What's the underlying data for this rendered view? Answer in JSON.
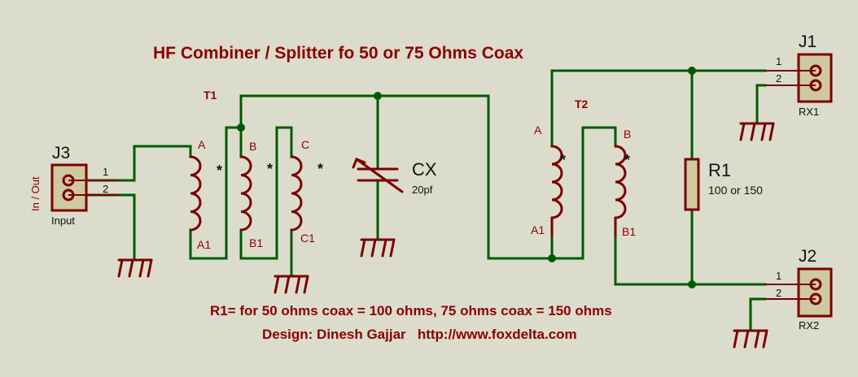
{
  "title": "HF Combiner / Splitter fo 50 or 75 Ohms Coax",
  "notes": {
    "r1_note": "R1= for 50 ohms coax = 100 ohms, 75 ohms coax = 150 ohms",
    "design": "Design: Dinesh Gajjar   http://www.foxdelta.com"
  },
  "connectors": {
    "j3": {
      "ref": "J3",
      "value": "Input",
      "side_label": "In / Out",
      "pin1": "1",
      "pin2": "2"
    },
    "j1": {
      "ref": "J1",
      "value": "RX1",
      "pin1": "1",
      "pin2": "2"
    },
    "j2": {
      "ref": "J2",
      "value": "RX2",
      "pin1": "1",
      "pin2": "2"
    }
  },
  "t1": {
    "ref": "T1",
    "windings": {
      "a_top": "A",
      "a_bot": "A1",
      "b_top": "B",
      "b_bot": "B1",
      "c_top": "C",
      "c_bot": "C1"
    },
    "dot": "*"
  },
  "t2": {
    "ref": "T2",
    "windings": {
      "a_top": "A",
      "a_bot": "A1",
      "b_top": "B",
      "b_bot": "B1"
    },
    "dot": "*"
  },
  "cx": {
    "ref": "CX",
    "value": "20pf"
  },
  "r1": {
    "ref": "R1",
    "value": "100 or 150"
  },
  "colors": {
    "background": "#dcdccc",
    "wire": "#005a00",
    "component": "#7a0000",
    "text": "#8b0000"
  }
}
